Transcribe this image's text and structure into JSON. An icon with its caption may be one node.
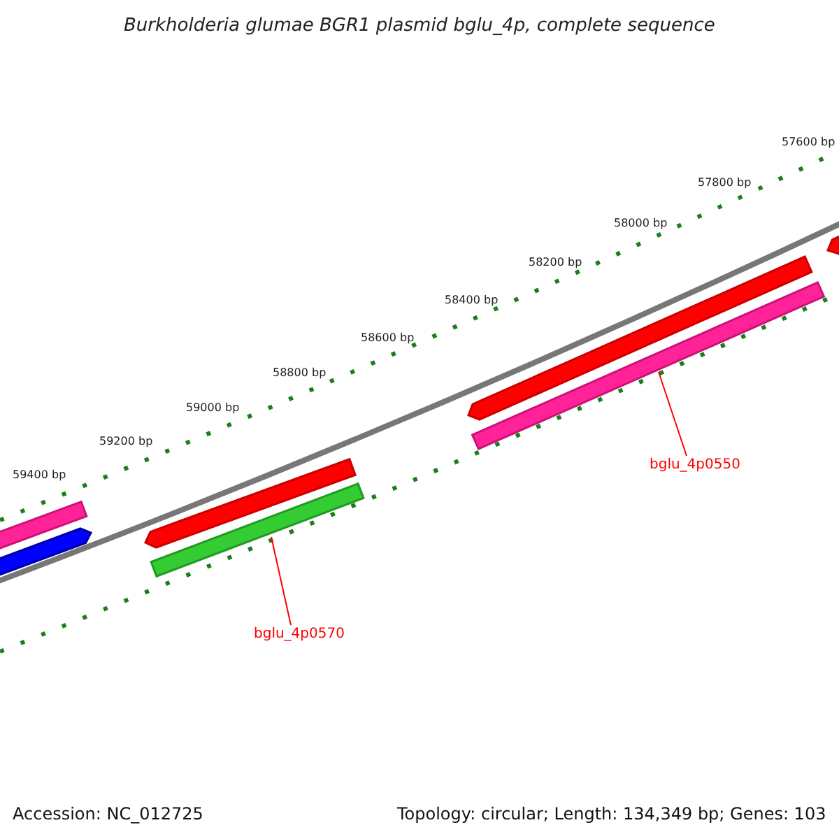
{
  "diagram": {
    "title": "Burkholderia glumae BGR1 plasmid bglu_4p, complete sequence",
    "nodes": [
      {
        "text": [
          "bglu_4p0550"
        ]
      },
      {
        "text": [],
        "shape": "bar"
      },
      {
        "text": [
          "bglu_4p0570"
        ]
      },
      {
        "text": [],
        "shape": "bar"
      }
    ],
    "edges": [
      {
        "from": 0,
        "to": 1,
        "arrow": "none"
      },
      {
        "from": 2,
        "to": 3,
        "arrow": "none"
      }
    ],
    "labels": [
      "57600 bp",
      "57800 bp",
      "58000 bp",
      "58200 bp",
      "58400 bp",
      "58600 bp",
      "58800 bp",
      "59000 bp",
      "59200 bp",
      "59400 bp",
      "Accession: NC_012725",
      "Topology: circular; Length: 134,349 bp; Genes: 103"
    ]
  }
}
